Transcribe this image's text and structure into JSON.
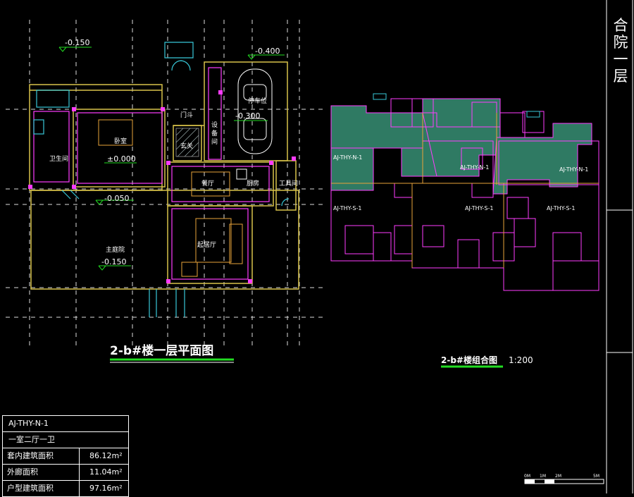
{
  "side_title": [
    "合",
    "院",
    "一",
    "层"
  ],
  "plan_title": "2-b#楼一层平面图",
  "combo_title": "2-b#楼组合图",
  "combo_scale": "1:200",
  "levels": {
    "l1": "-0.150",
    "l2": "-0.400",
    "l3": "-0.300",
    "l4": "±0.000",
    "l5": "-0.050",
    "l6": "-0.150"
  },
  "rooms": {
    "bedroom": "卧室",
    "bath": "卫生间",
    "hall": "门斗",
    "foyer": "玄关",
    "equipment": "设备间",
    "parking": "停车位",
    "dining": "餐厅",
    "kitchen": "厨房",
    "tools": "工具间",
    "living": "起居厅",
    "garden": "主庭院"
  },
  "combo_labels": {
    "a": "AJ-THY-N-1",
    "b": "AJ-THY-N-1",
    "c": "AJ-THY-N-1",
    "d": "AJ-THY-S-1",
    "e": "AJ-THY-S-1",
    "f": "AJ-THY-S-1"
  },
  "table": {
    "type": "AJ-THY-N-1",
    "layout": "一室二厅一卫",
    "rows": [
      {
        "label": "套内建筑面积",
        "value": "86.12m²"
      },
      {
        "label": "外廊面积",
        "value": "11.04m²"
      },
      {
        "label": "户型建筑面积",
        "value": "97.16m²"
      }
    ]
  },
  "scale_bar": [
    "0M",
    "1M",
    "2M",
    "5M"
  ],
  "colors": {
    "yellow": "#d8c24a",
    "magenta": "#ff3cff",
    "green": "#2f7a63",
    "cyan": "#38c8d8",
    "underline": "#22dd22"
  }
}
